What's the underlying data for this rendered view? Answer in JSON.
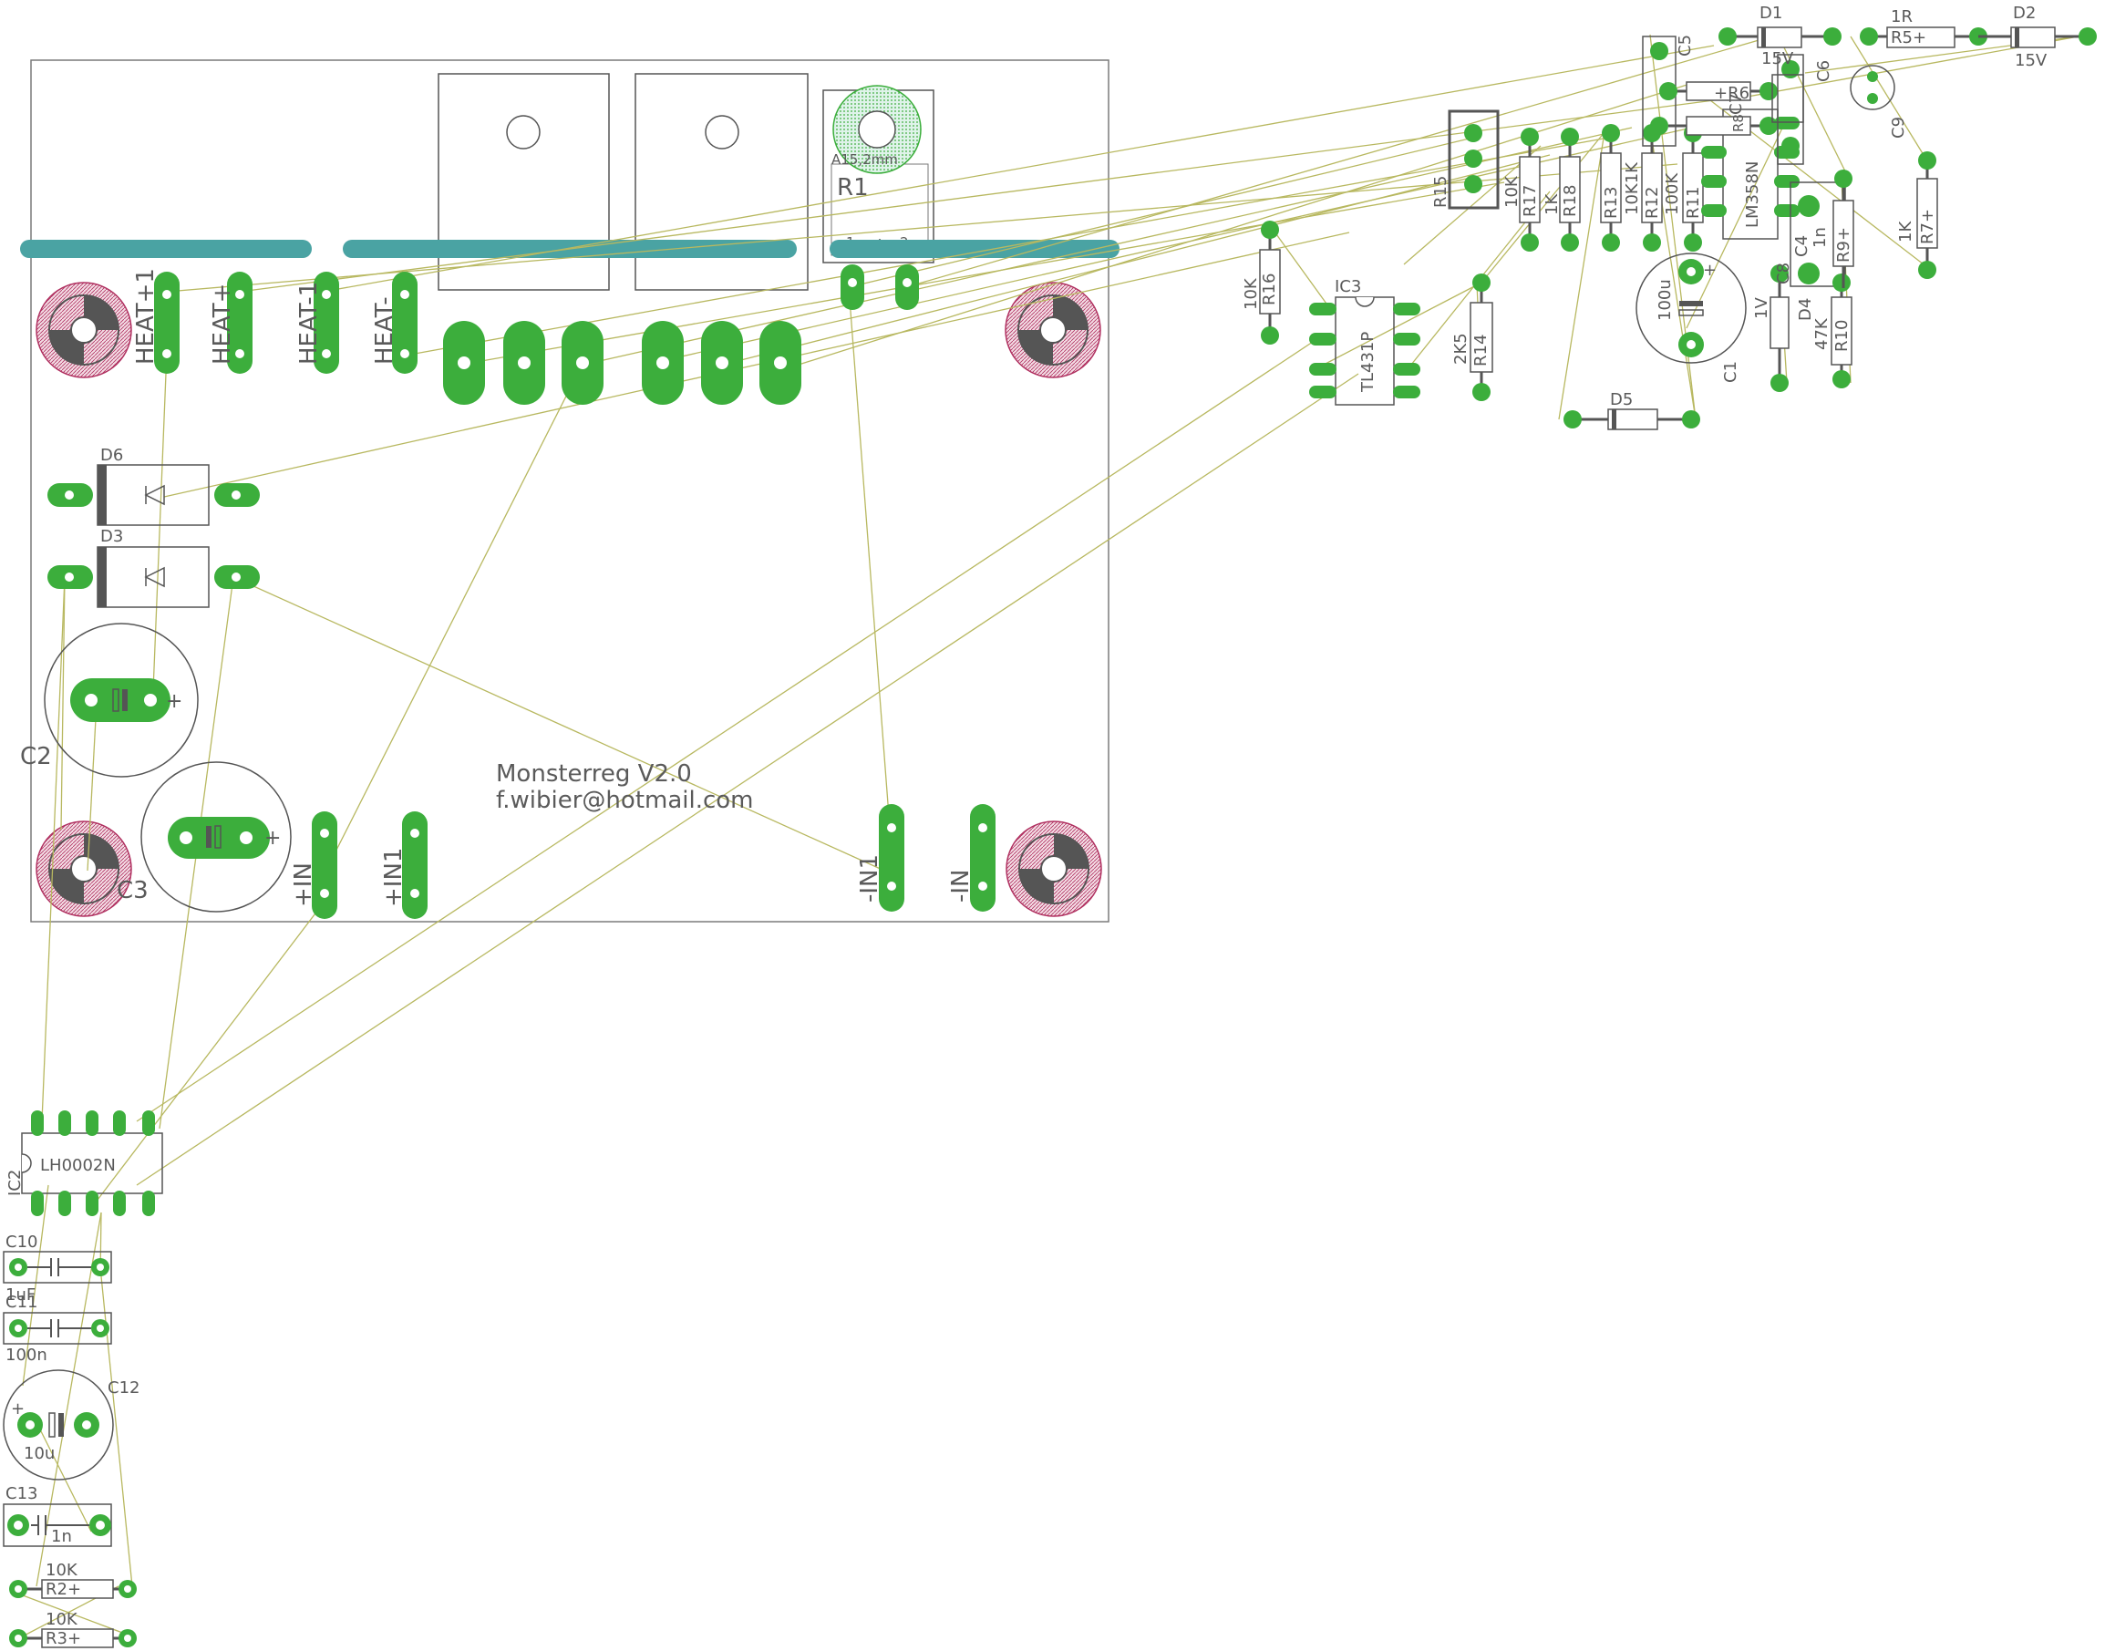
{
  "board_text": {
    "title": "Monsterreg V2.0",
    "email": "f.wibier@hotmail.com"
  },
  "colors": {
    "background": "#ffffff",
    "pad": "#3cae3c",
    "copper_bar": "#4aa3a3",
    "outline": "#7a7a7a",
    "airwire": "#b8b860",
    "mount_hole": "#b03060"
  },
  "connectors": [
    {
      "name": "HEAT+1"
    },
    {
      "name": "HEAT+"
    },
    {
      "name": "HEAT-1"
    },
    {
      "name": "HEAT-"
    },
    {
      "name": "+IN"
    },
    {
      "name": "+IN1"
    },
    {
      "name": "-IN1"
    },
    {
      "name": "-IN"
    }
  ],
  "parts": {
    "R1": {
      "name": "R1",
      "note": "A15,2mm",
      "pin1": "1",
      "pin2": "2"
    },
    "D6": {
      "name": "D6"
    },
    "D3": {
      "name": "D3"
    },
    "C2": {
      "name": "C2"
    },
    "C3": {
      "name": "C3"
    },
    "IC2": {
      "name": "IC2",
      "value": "LH0002N"
    },
    "C10": {
      "name": "C10",
      "value": "1uF"
    },
    "C11": {
      "name": "C11",
      "value": "100n"
    },
    "C12": {
      "name": "C12",
      "value": "10u"
    },
    "C13": {
      "name": "C13",
      "value": "1n"
    },
    "R2": {
      "name": "R2+",
      "value": "10K"
    },
    "R3": {
      "name": "R3+",
      "value": "10K"
    },
    "IC3": {
      "name": "IC3",
      "value": "TL431P"
    },
    "R16": {
      "name": "R16",
      "value": "10K"
    },
    "R14": {
      "name": "R14",
      "value": "2K5"
    },
    "R15": {
      "name": "R15"
    },
    "R17": {
      "name": "R17",
      "value": "10K"
    },
    "R18": {
      "name": "R18",
      "value": "1K"
    },
    "R13": {
      "name": "R13"
    },
    "R12": {
      "name": "R12",
      "value": "10K1K"
    },
    "R11": {
      "name": "R11",
      "value": "100K"
    },
    "IC1": {
      "name": "LM358N"
    },
    "C1": {
      "name": "C1",
      "value": "100u"
    },
    "C8": {
      "name": "C8",
      "value": "1V"
    },
    "D4": {
      "name": "D4"
    },
    "R10": {
      "name": "R10",
      "value": "47K"
    },
    "R9": {
      "name": "R9+"
    },
    "C4": {
      "name": "C4",
      "value": "1n"
    },
    "C5": {
      "name": "C5"
    },
    "C6": {
      "name": "C6"
    },
    "C7": {
      "name": "C7"
    },
    "C9": {
      "name": "C9"
    },
    "R6": {
      "name": "+R6"
    },
    "R8": {
      "name": "R8"
    },
    "R7": {
      "name": "R7+",
      "value": "1K"
    },
    "R5": {
      "name": "R5+",
      "value": "1R"
    },
    "D1": {
      "name": "D1",
      "value": "15V"
    },
    "D2": {
      "name": "D2",
      "value": "15V"
    },
    "D5": {
      "name": "D5"
    }
  }
}
